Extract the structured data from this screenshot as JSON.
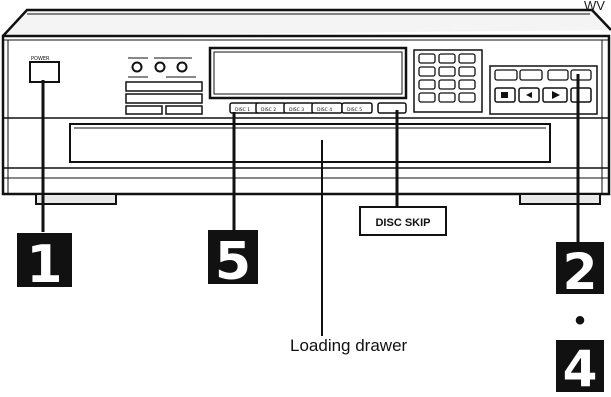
{
  "corner_text": "WV",
  "device": {
    "power_label": "POWER",
    "tray_labels": [
      "DISC 1",
      "DISC 2",
      "DISC 3",
      "DISC 4",
      "DISC 5"
    ],
    "skip_button_label": "DISC SKIP"
  },
  "callouts": {
    "disc_skip_label": "DISC SKIP",
    "loading_drawer_label": "Loading drawer",
    "step_1": "1",
    "step_5": "5",
    "step_2": "2",
    "step_bullet": "•",
    "step_4": "4"
  }
}
